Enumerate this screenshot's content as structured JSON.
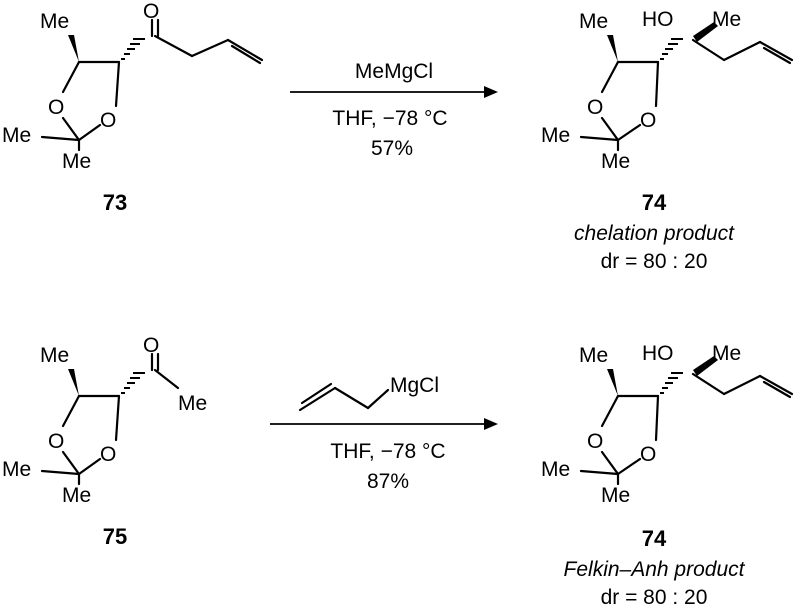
{
  "atoms": {
    "me": "Me",
    "o": "O",
    "ho": "HO"
  },
  "reaction1": {
    "reagent_top": "MeMgCl",
    "conditions": "THF, −78 °C",
    "yield": "57%",
    "start_label": "73",
    "product_label": "74",
    "product_type": "chelation product",
    "product_dr": "dr = 80 : 20"
  },
  "reaction2": {
    "reagent_top": "MgCl",
    "conditions": "THF, −78 °C",
    "yield": "87%",
    "start_label": "75",
    "product_label": "74",
    "product_type": "Felkin–Anh product",
    "product_dr": "dr = 80 : 20"
  }
}
